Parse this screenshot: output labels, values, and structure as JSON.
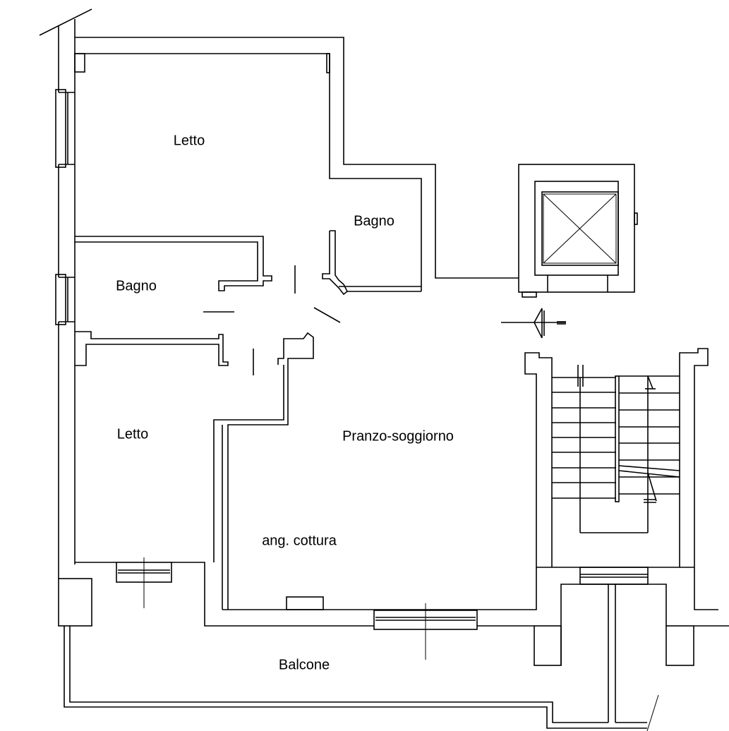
{
  "rooms": {
    "letto_top": "Letto",
    "bagno_right": "Bagno",
    "bagno_left": "Bagno",
    "letto_bottom": "Letto",
    "pranzo_soggiorno": "Pranzo-soggiorno",
    "angolo_cottura": "ang. cottura",
    "balcone": "Balcone"
  }
}
